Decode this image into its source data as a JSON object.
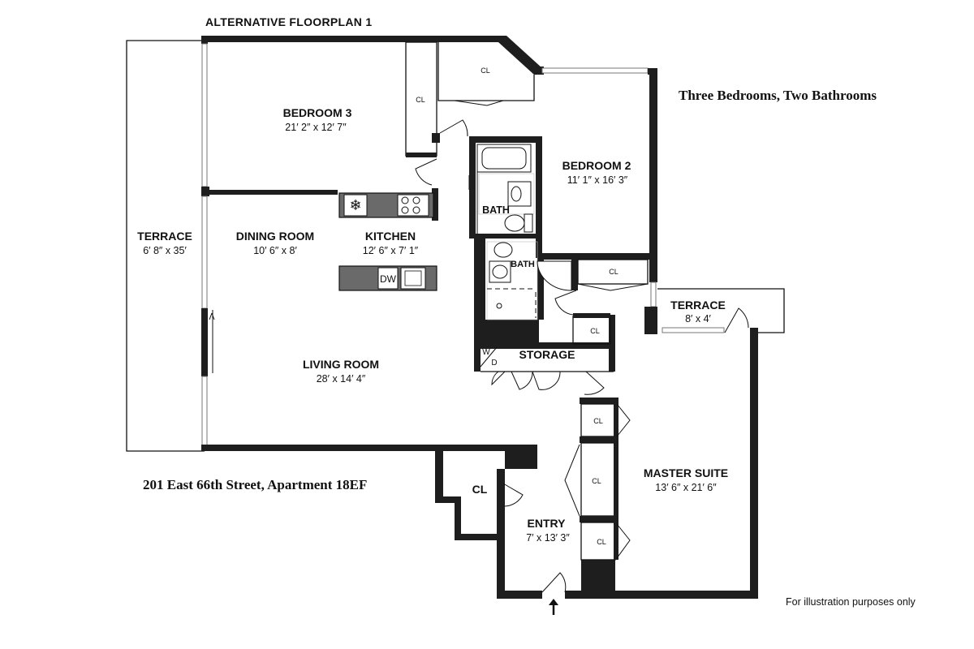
{
  "title": "ALTERNATIVE FLOORPLAN 1",
  "summary": "Three Bedrooms, Two Bathrooms",
  "address": "201 East 66th Street, Apartment 18EF",
  "disclaimer": "For illustration purposes only",
  "rooms": {
    "bedroom3": {
      "name": "BEDROOM 3",
      "dims": "21′ 2″ x 12′ 7″"
    },
    "bedroom2": {
      "name": "BEDROOM 2",
      "dims": "11′ 1″ x 16′ 3″"
    },
    "terrace_west": {
      "name": "TERRACE",
      "dims": "6′ 8″ x 35′"
    },
    "dining": {
      "name": "DINING ROOM",
      "dims": "10′ 6″ x 8′"
    },
    "kitchen": {
      "name": "KITCHEN",
      "dims": "12′ 6″ x 7′ 1″"
    },
    "living": {
      "name": "LIVING ROOM",
      "dims": "28′ x 14′ 4″"
    },
    "terrace_east": {
      "name": "TERRACE",
      "dims": "8′ x 4′"
    },
    "master": {
      "name": "MASTER SUITE",
      "dims": "13′ 6″ x 21′ 6″"
    },
    "entry": {
      "name": "ENTRY",
      "dims": "7′ x 13′ 3″"
    },
    "storage": {
      "name": "STORAGE"
    },
    "bath1": {
      "name": "BATH"
    },
    "bath2": {
      "name": "BATH"
    }
  },
  "closets": {
    "cl_label": "CL",
    "entry_cl": "CL"
  },
  "fixtures": {
    "dishwasher": "DW",
    "washer": "W",
    "dryer": "D"
  },
  "colors": {
    "wall": "#1e1e1e",
    "counter": "#6a6a6a",
    "background": "#ffffff"
  }
}
